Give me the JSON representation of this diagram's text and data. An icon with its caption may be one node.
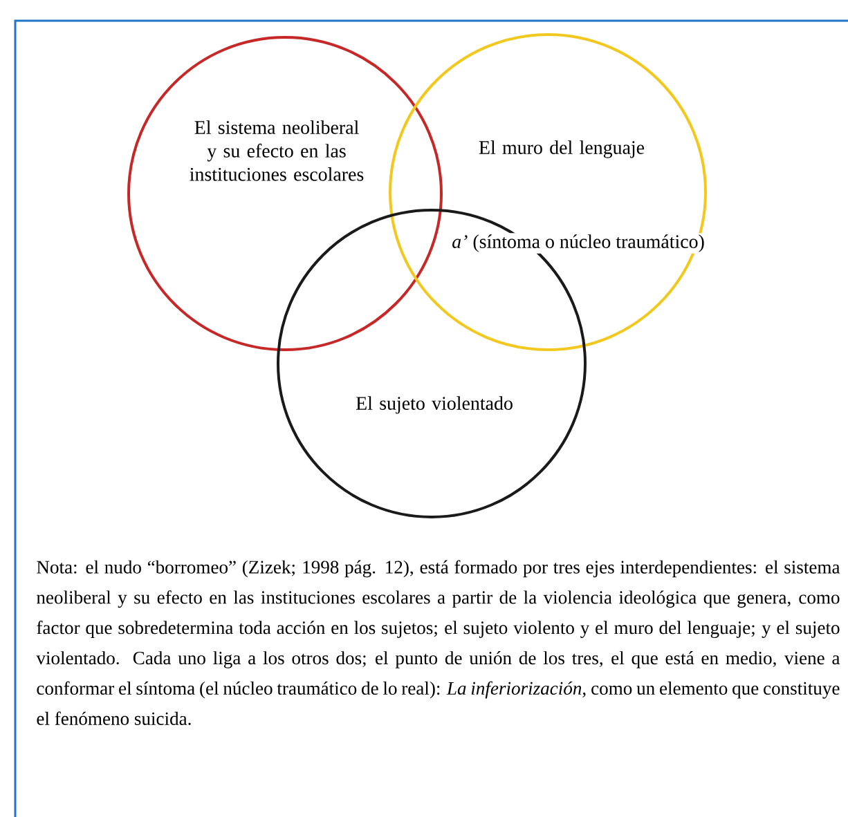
{
  "diagram": {
    "caption": "Nota: el nudo “borromeo” (Zizek; 1998 pág. 12), está formado por tres ejes interdependientes: el sistema neoliberal y su efecto en las instituciones escolares a partir de la violencia ideológica que genera, como factor que sobredetermina toda acción en los sujetos; el sujeto violento y el muro del lenguaje; y el sujeto violentado. Cada uno liga a los otros dos; el punto de unión de los tres, el que está en medio, viene a conformar el síntoma (el núcleo traumático de lo real): *La inferiorización*, como un elemento que constituye el fenómeno suicida.",
    "nodes": [
      {
        "text": [
          "El sistema neoliberal y su efecto en las instituciones escolares"
        ]
      },
      {
        "text": [
          "El muro del lenguaje"
        ]
      },
      {
        "text": [
          "El sujeto violentado"
        ]
      }
    ],
    "labels": [
      "*a’* (síntoma o núcleo traumático)"
    ]
  }
}
